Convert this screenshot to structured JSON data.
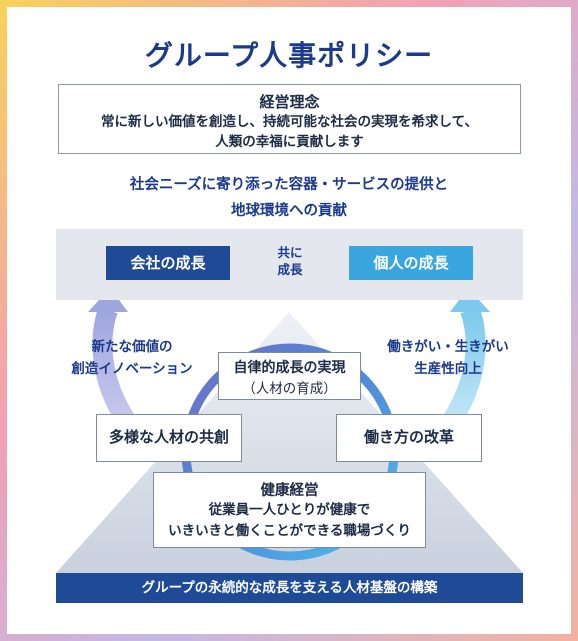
{
  "title": "グループ人事ポリシー",
  "philosophy": {
    "heading": "経営理念",
    "line1": "常に新しい価値を創造し、持続可能な社会の実現を希求して、",
    "line2": "人類の幸福に貢献します"
  },
  "mission": {
    "line1": "社会ニーズに寄り添った容器・サービスの提供と",
    "line2": "地球環境への貢献"
  },
  "growth": {
    "company": "会社の成長",
    "together_line1": "共に",
    "together_line2": "成長",
    "individual": "個人の成長"
  },
  "left_arrow_text": {
    "line1": "新たな価値の",
    "line2": "創造イノベーション"
  },
  "right_arrow_text": {
    "line1": "働きがい・生きがい",
    "line2": "生産性向上"
  },
  "autonomous": {
    "line1": "自律的成長の実現",
    "line2": "（人材の育成）"
  },
  "diversity": "多様な人材の共創",
  "work_reform": "働き方の改革",
  "health": {
    "heading": "健康経営",
    "line1": "従業員一人ひとりが健康で",
    "line2": "いきいきと働くことができる職場づくり"
  },
  "foundation": "グループの永続的な成長を支える人材基盤の構築",
  "colors": {
    "navy": "#1e4a96",
    "light_blue": "#3aa6e0",
    "band_gray": "#e4e7ee",
    "title_blue": "#1b3a8c"
  }
}
